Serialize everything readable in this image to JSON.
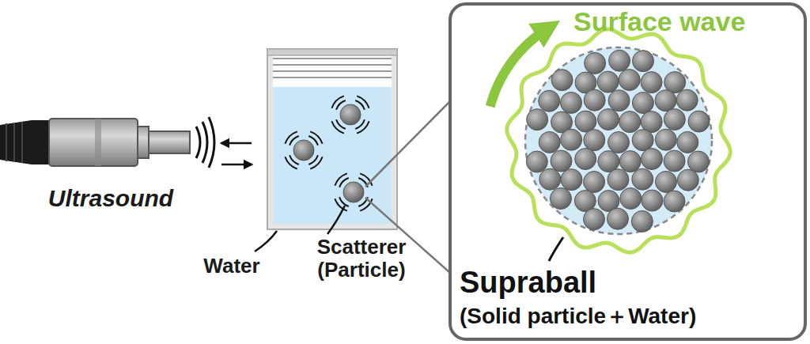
{
  "diagram": {
    "nodes": [
      {
        "text": [
          "Surface wave",
          "Supraball",
          "(Solid particle＋Water)"
        ]
      }
    ],
    "labels": [
      "Ultrasound",
      "Water",
      "Scatterer (Particle)"
    ]
  }
}
